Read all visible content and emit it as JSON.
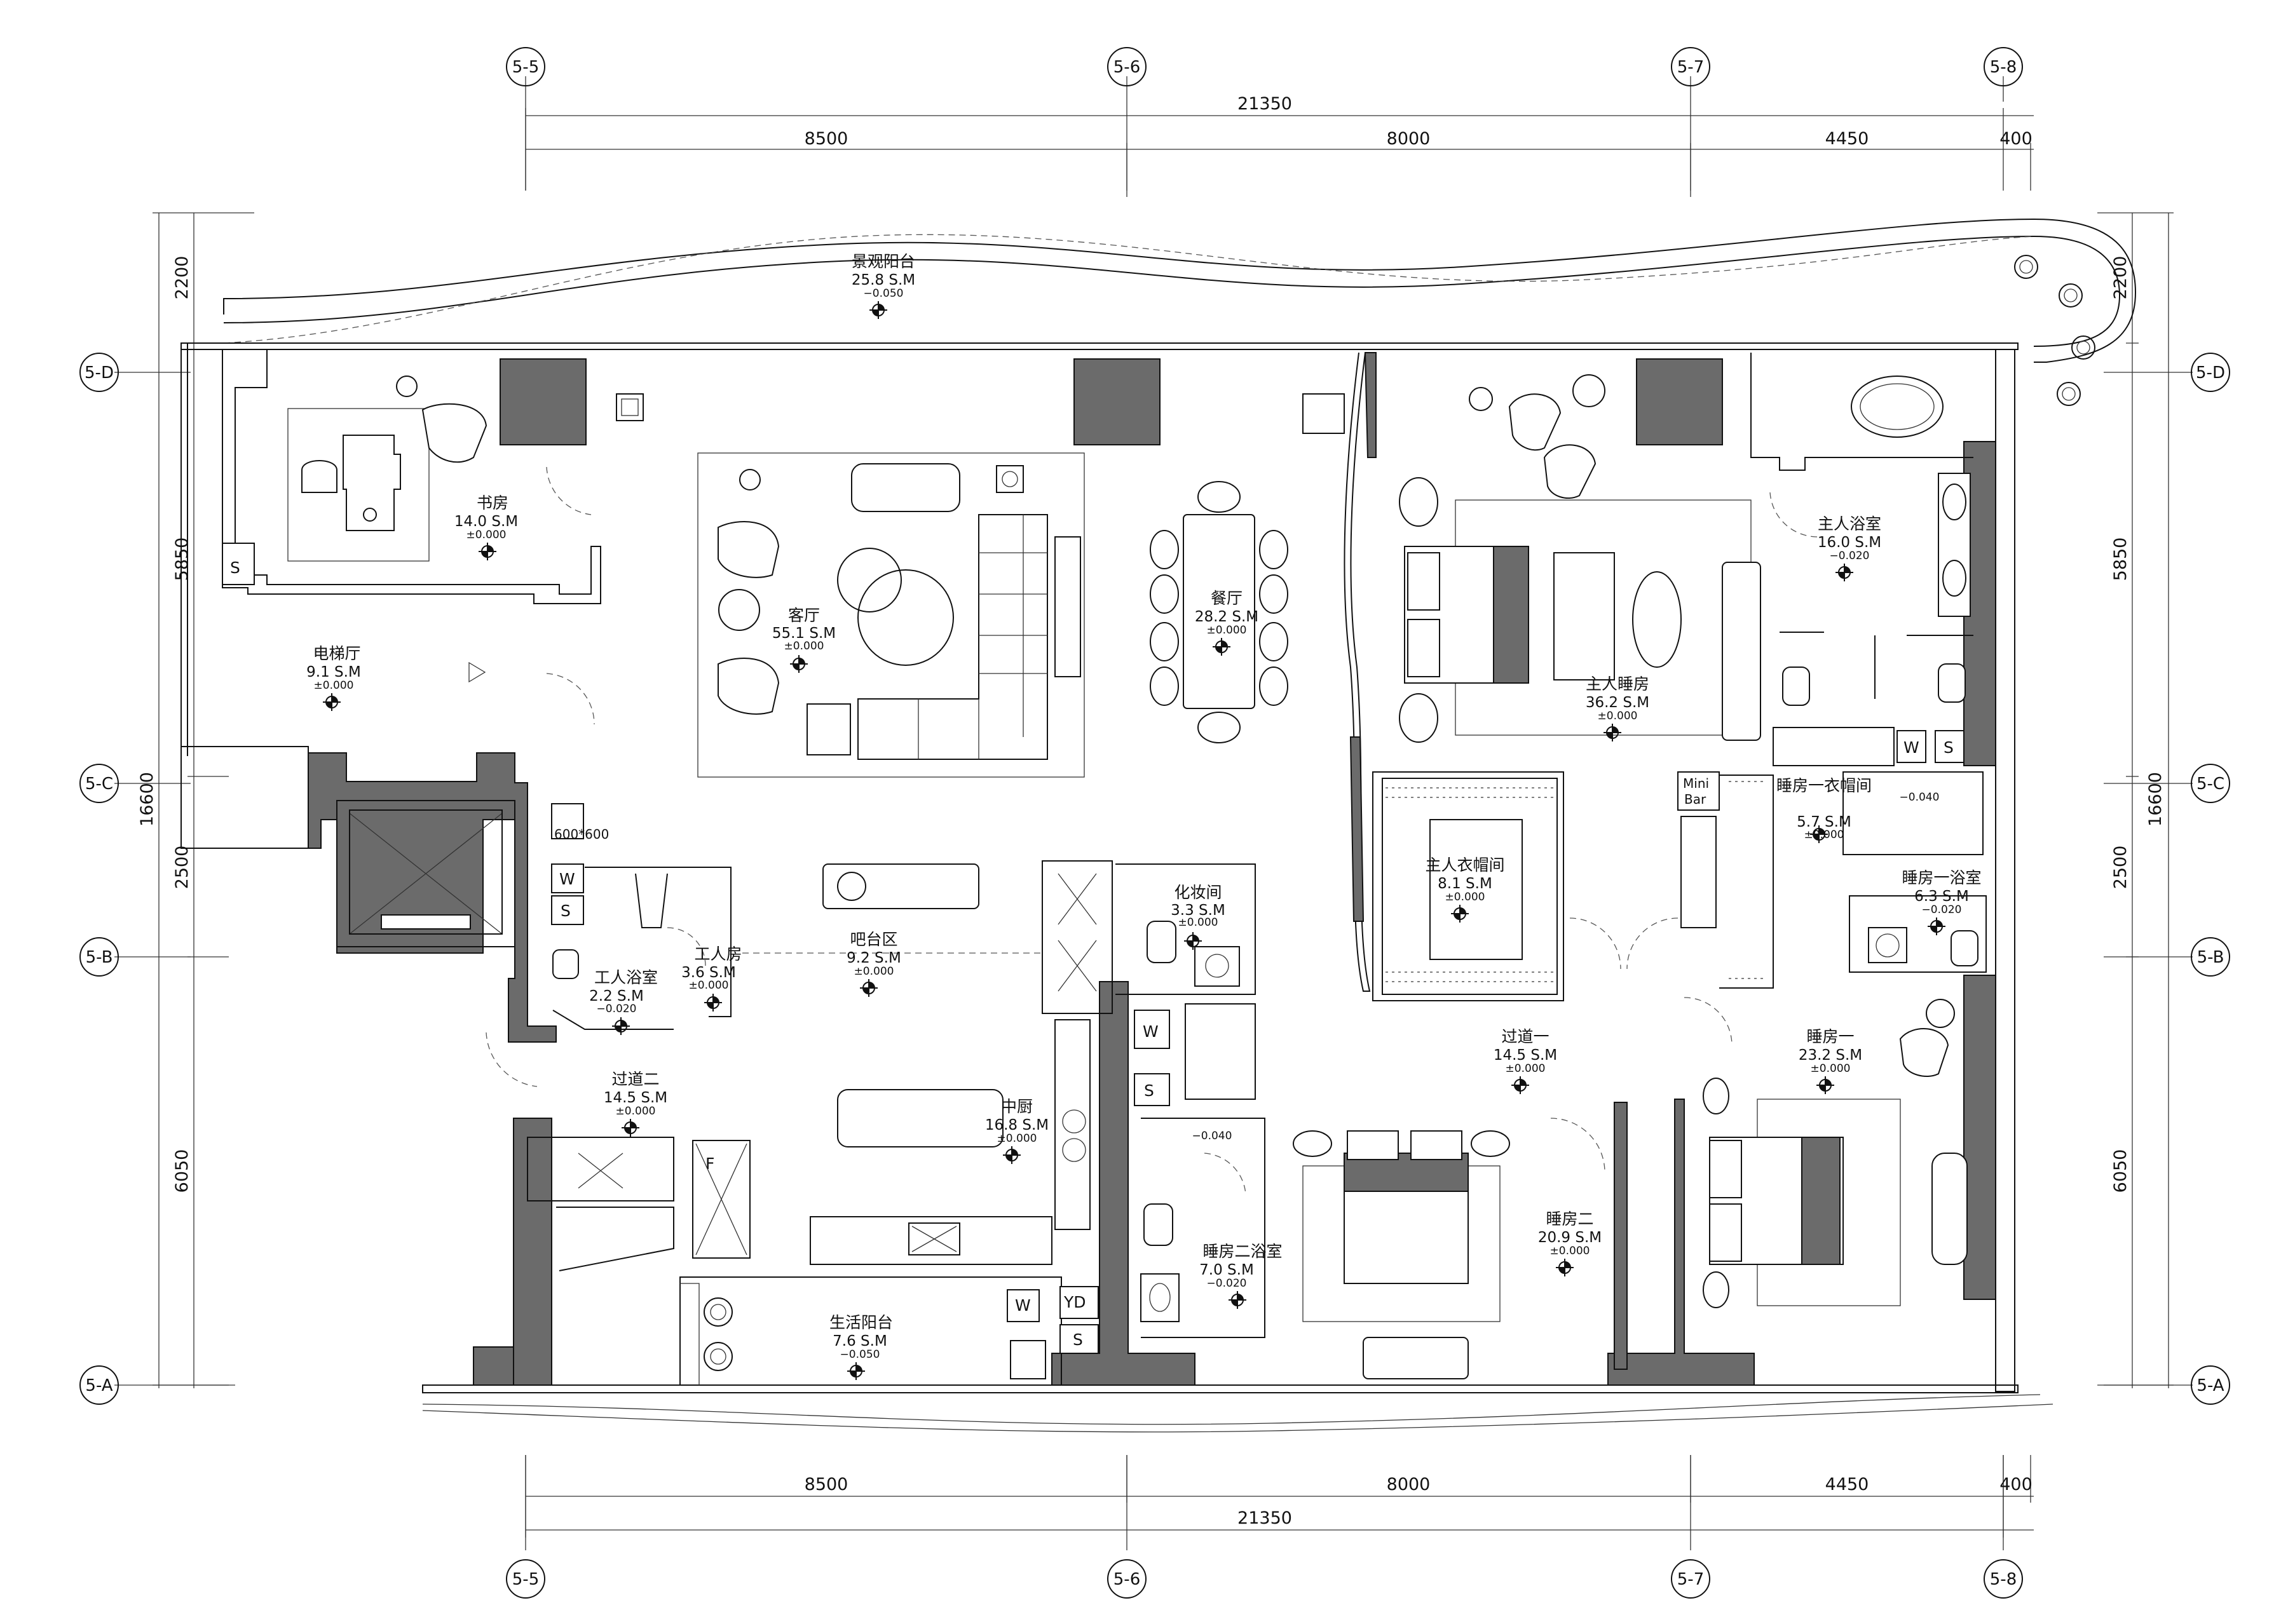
{
  "grid_top": [
    "5-5",
    "5-6",
    "5-7",
    "5-8"
  ],
  "grid_bottom": [
    "5-5",
    "5-6",
    "5-7",
    "5-8"
  ],
  "grid_left": [
    "5-D",
    "5-C",
    "5-B",
    "5-A"
  ],
  "grid_right": [
    "5-D",
    "5-C",
    "5-B",
    "5-A"
  ],
  "dims_horizontal": {
    "total": "21350",
    "segments": [
      "8500",
      "8000",
      "4450",
      "400"
    ]
  },
  "dims_vertical_left": {
    "total": "16600",
    "segments": [
      "2200",
      "5850",
      "2500",
      "6050"
    ]
  },
  "dims_vertical_right": {
    "total": "16600",
    "segments": [
      "2200",
      "5850",
      "2500",
      "6050"
    ]
  },
  "rooms": [
    {
      "name": "景观阳台",
      "area": "25.8  S.M",
      "level": "−0.050"
    },
    {
      "name": "书房",
      "area": "14.0  S.M",
      "level": "±0.000"
    },
    {
      "name": "客厅",
      "area": "55.1  S.M",
      "level": "±0.000"
    },
    {
      "name": "餐厅",
      "area": "28.2  S.M",
      "level": "±0.000"
    },
    {
      "name": "主人睡房",
      "area": "36.2  S.M",
      "level": "±0.000"
    },
    {
      "name": "主人浴室",
      "area": "16.0  S.M",
      "level": "−0.020"
    },
    {
      "name": "电梯厅",
      "area": "9.1  S.M",
      "level": "±0.000"
    },
    {
      "name": "主人衣帽间",
      "area": "8.1  S.M",
      "level": "±0.000"
    },
    {
      "name": "睡房一衣帽间",
      "area": "5.7  S.M",
      "level": "±0.000"
    },
    {
      "name": "睡房一浴室",
      "area": "6.3  S.M",
      "level": "−0.020"
    },
    {
      "name": "化妆间",
      "area": "3.3  S.M",
      "level": "±0.000"
    },
    {
      "name": "吧台区",
      "area": "9.2  S.M",
      "level": "±0.000"
    },
    {
      "name": "工人房",
      "area": "3.6  S.M",
      "level": "±0.000"
    },
    {
      "name": "工人浴室",
      "area": "2.2  S.M",
      "level": "−0.020"
    },
    {
      "name": "过道一",
      "area": "14.5  S.M",
      "level": "±0.000"
    },
    {
      "name": "睡房一",
      "area": "23.2  S.M",
      "level": "±0.000"
    },
    {
      "name": "过道二",
      "area": "14.5  S.M",
      "level": "±0.000"
    },
    {
      "name": "中厨",
      "area": "16.8  S.M",
      "level": "±0.000"
    },
    {
      "name": "睡房二",
      "area": "20.9  S.M",
      "level": "±0.000"
    },
    {
      "name": "睡房二浴室",
      "area": "7.0  S.M",
      "level": "−0.020"
    },
    {
      "name": "生活阳台",
      "area": "7.6  S.M",
      "level": "−0.050"
    }
  ],
  "extra_labels": {
    "fridge": "600*600",
    "minibar_1": "Mini",
    "minibar_2": "Bar",
    "shower_level_1": "−0.040",
    "shower_level_2": "−0.040",
    "w1": "W",
    "s1": "S",
    "w2": "W",
    "s2": "S",
    "w3": "W",
    "s3": "S",
    "w4": "W",
    "s4": "S",
    "s_lift": "S",
    "yd": "YD",
    "f": "F"
  }
}
